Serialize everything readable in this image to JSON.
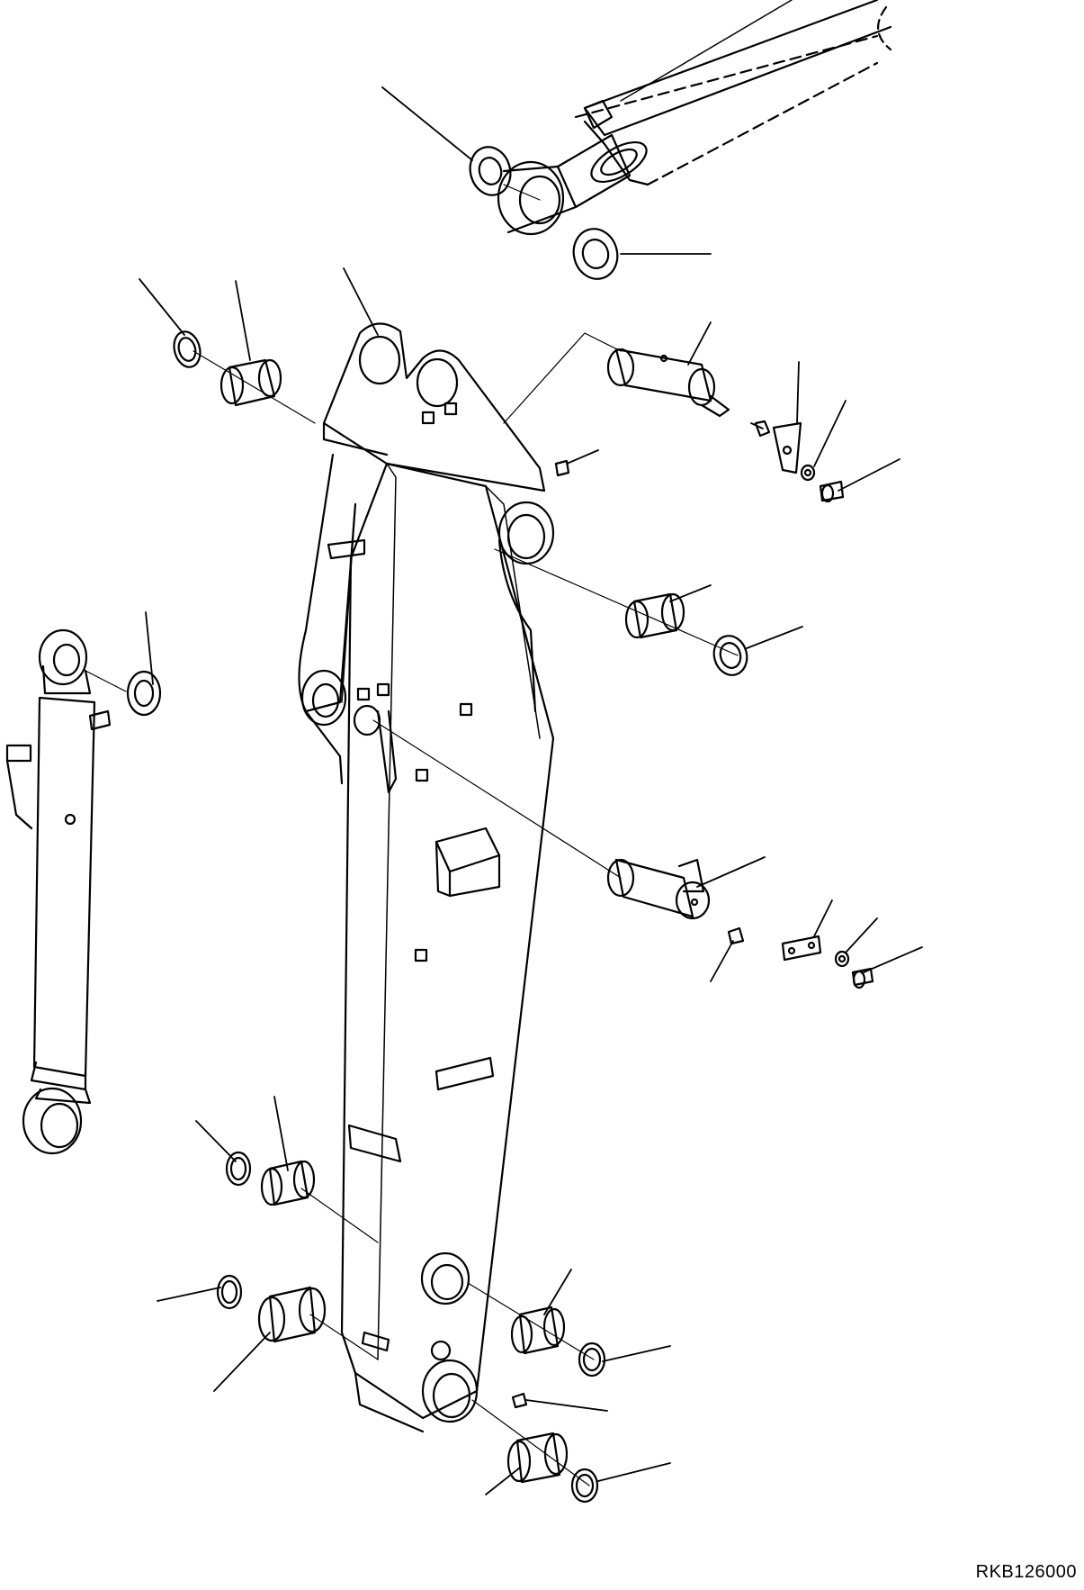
{
  "diagram": {
    "reference_code": "RKB126000",
    "line_color": "#000000",
    "background_color": "#ffffff",
    "parts": [
      {
        "name": "arm-assembly"
      },
      {
        "name": "boom-cylinder-rod-end"
      },
      {
        "name": "bucket-cylinder"
      },
      {
        "name": "mounting-pin-upper"
      },
      {
        "name": "mounting-pin-lower"
      },
      {
        "name": "pin-lock-plate"
      },
      {
        "name": "bushing"
      },
      {
        "name": "shim"
      },
      {
        "name": "grease-fitting"
      },
      {
        "name": "bolt"
      },
      {
        "name": "washer"
      }
    ]
  }
}
